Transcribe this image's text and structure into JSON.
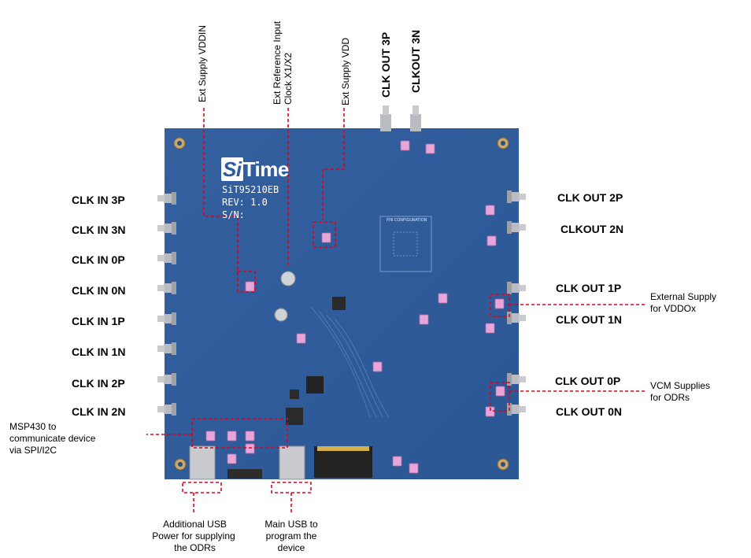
{
  "board": {
    "logo_si": "Si",
    "logo_time": "Time",
    "model": "SiT95210EB",
    "rev": "REV: 1.0",
    "sn": "S/N:",
    "pin_config": "PIN CONFIGURATION"
  },
  "inputs": [
    "CLK IN 3P",
    "CLK IN 3N",
    "CLK IN 0P",
    "CLK IN 0N",
    "CLK IN 1P",
    "CLK IN 1N",
    "CLK IN 2P",
    "CLK IN 2N"
  ],
  "outputs_right": [
    "CLK OUT 2P",
    "CLKOUT 2N",
    "CLK OUT 1P",
    "CLK OUT 1N",
    "CLK OUT 0P",
    "CLK OUT 0N"
  ],
  "outputs_top": [
    "CLK OUT 3P",
    "CLKOUT 3N"
  ],
  "annotations": {
    "vddin": "Ext Supply VDDIN",
    "refclk": "Ext Reference Input\nClock X1/X2",
    "vdd": "Ext Supply VDD",
    "vddox_1": "External Supply",
    "vddox_2": "for  VDDOx",
    "vcm_1": "VCM Supplies",
    "vcm_2": "for ODRs",
    "msp_1": "MSP430 to",
    "msp_2": "communicate device",
    "msp_3": "via SPI/I2C",
    "usb_add_1": "Additional USB",
    "usb_add_2": "Power for supplying",
    "usb_add_3": "the ODRs",
    "usb_main_1": "Main USB to",
    "usb_main_2": "program the",
    "usb_main_3": "device"
  },
  "colors": {
    "board": "#2e5d9f",
    "annotation_line": "#e2001a",
    "jumper": "#e8a6d8"
  }
}
